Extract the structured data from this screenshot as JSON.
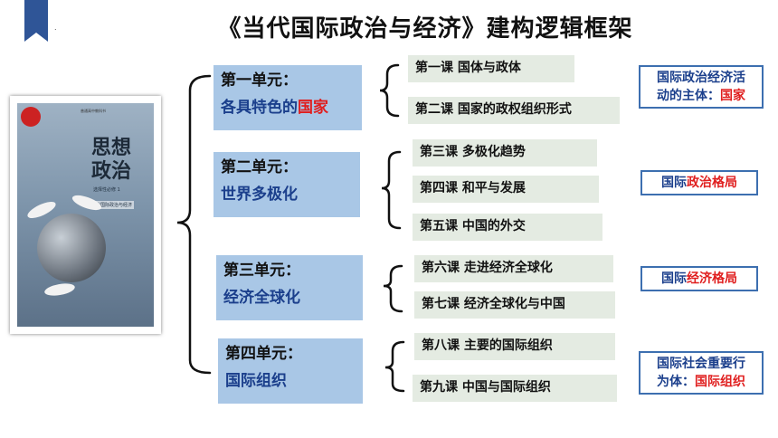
{
  "title": "《当代国际政治与经济》建构逻辑框架",
  "cover": {
    "title_line1": "思想",
    "title_line2": "政治",
    "subtitle": "选择性必修 1",
    "book_name": "当代国际政治与经济"
  },
  "units": [
    {
      "label": "第一单元：",
      "name_plain": "各具特色的",
      "name_highlight": "国家",
      "lessons": [
        "第一课  国体与政体",
        "第二课  国家的政权组织形式"
      ]
    },
    {
      "label": "第二单元：",
      "name_plain": "世界多极化",
      "name_highlight": "",
      "lessons": [
        "第三课  多极化趋势",
        "第四课  和平与发展",
        "第五课  中国的外交"
      ]
    },
    {
      "label": "第三单元：",
      "name_plain": "经济全球化",
      "name_highlight": "",
      "lessons": [
        "第六课  走进经济全球化",
        "第七课  经济全球化与中国"
      ]
    },
    {
      "label": "第四单元：",
      "name_plain": "国际组织",
      "name_highlight": "",
      "lessons": [
        "第八课  主要的国际组织",
        "第九课  中国与国际组织"
      ]
    }
  ],
  "side_notes": [
    {
      "line1": "国际政治经济活",
      "line2_plain": "动的主体：",
      "line2_highlight": "国家"
    },
    {
      "plain": "国际",
      "highlight": "政治格局"
    },
    {
      "plain": "国际",
      "highlight": "经济格局"
    },
    {
      "line1": "国际社会重要行",
      "line2_plain": "为体：",
      "line2_highlight": "国际组织"
    }
  ],
  "colors": {
    "unit_box": "#a9c7e6",
    "lesson_box": "#e4ebe2",
    "side_border": "#3d6fb0",
    "highlight_red": "#e01f1f",
    "unit_name_blue": "#1b3f8c",
    "corner_mark": "#2f5597"
  }
}
